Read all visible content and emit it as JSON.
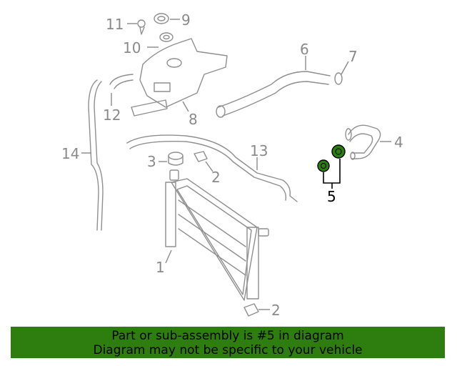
{
  "diagram": {
    "highlight_color": "#2e7d0f",
    "callouts": {
      "c1": "1",
      "c2a": "2",
      "c2b": "2",
      "c3": "3",
      "c4": "4",
      "c5": "5",
      "c6": "6",
      "c7": "7",
      "c8": "8",
      "c9": "9",
      "c10": "10",
      "c11": "11",
      "c12": "12",
      "c13": "13",
      "c14": "14"
    }
  },
  "banner": {
    "line1": "Part or sub-assembly is #5 in diagram",
    "line2": "Diagram may not be specific to your vehicle"
  }
}
